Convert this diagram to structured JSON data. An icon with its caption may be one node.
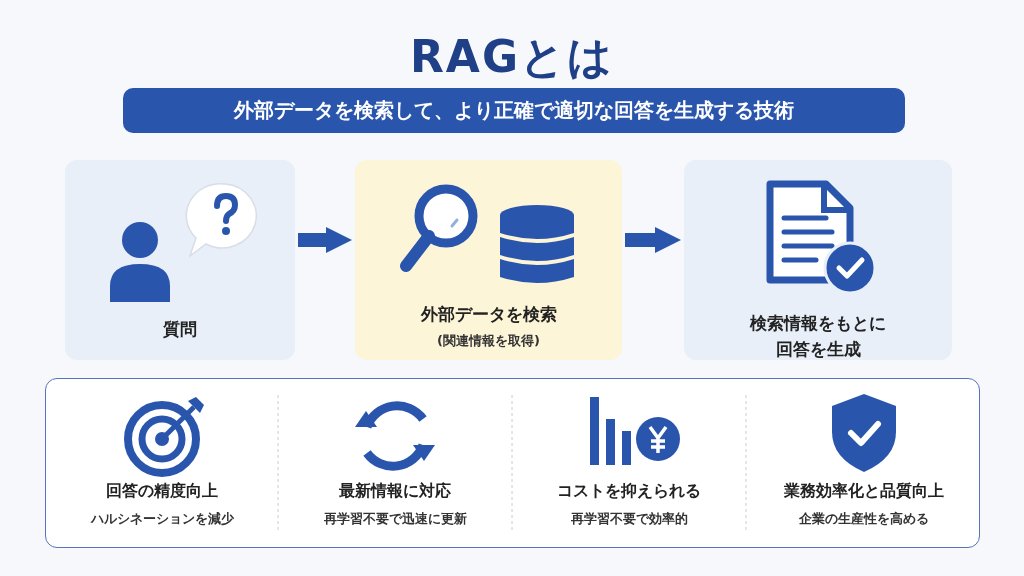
{
  "diagram": {
    "title": "RAGとは",
    "nodes": [
      {
        "text": [
          "外部データを検索して、より正確で適切な回答を生成する技術"
        ]
      },
      {
        "text": [
          "質問"
        ]
      },
      {
        "text": [
          "外部データを検索",
          "(関連情報を取得)"
        ]
      },
      {
        "text": [
          "検索情報をもとに回答を生成"
        ]
      },
      {
        "text": [],
        "shape": "box"
      },
      {
        "text": [
          "回答の精度向上",
          "ハルシネーションを減少"
        ],
        "in": 4
      },
      {
        "text": [
          "最新情報に対応",
          "再学習不要で迅速に更新"
        ],
        "in": 4
      },
      {
        "text": [
          "コストを抑えられる",
          "再学習不要で効率的"
        ],
        "in": 4
      },
      {
        "text": [
          "業務効率化と品質向上",
          "企業の生産性を高める"
        ],
        "in": 4
      }
    ],
    "edges": [
      {
        "from": 1,
        "to": 2,
        "arrow": "to"
      },
      {
        "from": 2,
        "to": 3,
        "arrow": "to"
      }
    ]
  }
}
